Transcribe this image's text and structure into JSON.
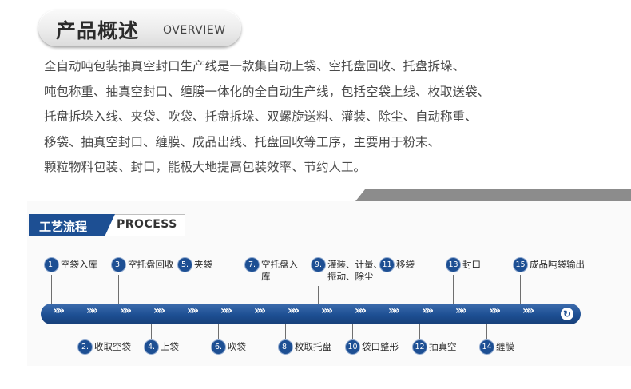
{
  "overview": {
    "title_zh": "产品概述",
    "title_en": "OVERVIEW",
    "lines": [
      "全自动吨包装抽真空封口生产线是一款集自动上袋、空托盘回收、托盘拆垛、",
      "吨包称重、抽真空封口、缠膜一体化的全自动生产线，包括空袋上线、枚取送袋、",
      "托盘拆垛入线、夹袋、吹袋、托盘拆垛、双螺旋送料、灌装、除尘、自动称重、",
      "移袋、抽真空封口、缠膜、成品出线、托盘回收等工序，主要用于粉末、",
      "颗粒物料包装、封口，能极大地提高包装效率、节约人工。"
    ]
  },
  "process": {
    "title_zh": "工艺流程",
    "title_en": "PROCESS",
    "top_steps": [
      {
        "num": "1.",
        "label": "空袋入库"
      },
      {
        "num": "3.",
        "label": "空托盘回收"
      },
      {
        "num": "5.",
        "label": "夹袋"
      },
      {
        "num": "7.",
        "label": "空托盘入\n库"
      },
      {
        "num": "9.",
        "label": "灌装、计量、\n振动、除尘"
      },
      {
        "num": "11",
        "label": "移袋"
      },
      {
        "num": "13",
        "label": "封口"
      },
      {
        "num": "15",
        "label": "成品吨袋输出"
      }
    ],
    "bottom_steps": [
      {
        "num": "2.",
        "label": "收取空袋"
      },
      {
        "num": "4.",
        "label": "上袋"
      },
      {
        "num": "6.",
        "label": "吹袋"
      },
      {
        "num": "8.",
        "label": "枚取托盘"
      },
      {
        "num": "10",
        "label": "袋口整形"
      },
      {
        "num": "12",
        "label": "抽真空"
      },
      {
        "num": "14",
        "label": "缠膜"
      }
    ],
    "arrow_glyph": "»»",
    "end_icon": "↻"
  }
}
